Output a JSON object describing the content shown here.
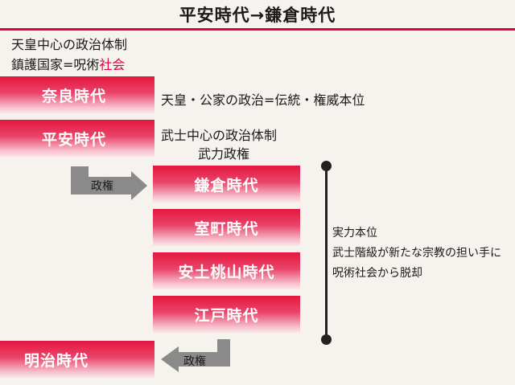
{
  "header": {
    "title": "平安時代→鎌倉時代"
  },
  "top_left": {
    "line1": "天皇中心の政治体制",
    "line2_prefix": "鎮護国家=呪術",
    "line2_red": "社会"
  },
  "eras": {
    "nara": "奈良時代",
    "heian": "平安時代",
    "kamakura": "鎌倉時代",
    "muromachi": "室町時代",
    "azuchi": "安土桃山時代",
    "edo": "江戸時代",
    "meiji": "明治時代"
  },
  "notes": {
    "kuge": "天皇・公家の政治=伝統・権威本位",
    "bushi_line1": "武士中心の政治体制",
    "bushi_line2": "武力政権",
    "jitsuryoku_line1": "実力本位",
    "jitsuryoku_line2": "武士階級が新たな宗教の担い手に",
    "jitsuryoku_line3": "呪術社会から脱却"
  },
  "arrows": {
    "to_kamakura_label": "政権",
    "to_meiji_label": "政権",
    "color": "#8a8a8a"
  },
  "colors": {
    "accent": "#e0003a"
  }
}
